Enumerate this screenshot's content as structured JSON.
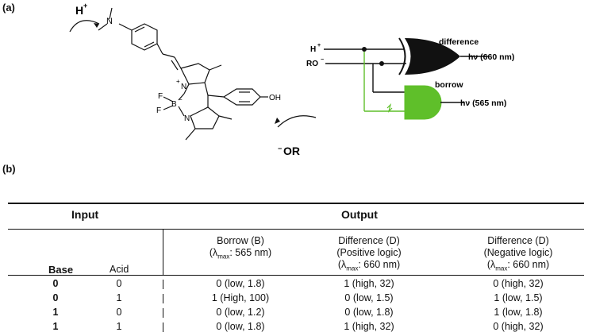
{
  "panel_a": {
    "label": "(a)",
    "proton": "H",
    "proton_sup": "+",
    "base": "OR",
    "base_sup": "−",
    "molecule": {
      "N_dimethyl": "N",
      "N_top": "N",
      "N_top_charge": "+",
      "N_bottom": "N",
      "B": "B",
      "B_charge": "−",
      "F1": "F",
      "F2": "F",
      "OH": "OH"
    },
    "circuit": {
      "input_h": "H",
      "input_h_sup": "+",
      "input_ro": "RO",
      "input_ro_sup": "−",
      "xor_label": "difference",
      "xor_output": "hν (660 nm)",
      "and_label": "borrow",
      "and_output": "hν (565 nm)",
      "colors": {
        "black": "#111111",
        "green": "#5fbf2a"
      }
    }
  },
  "panel_b": {
    "label": "(b)",
    "input_header": "Input",
    "output_header": "Output",
    "columns": {
      "base": "Base",
      "acid": "Acid",
      "borrow": [
        "Borrow (B)",
        "(λ",
        "max",
        ": 565 nm)"
      ],
      "diff_pos": [
        "Difference (D)",
        "(Positive logic)",
        "(λ",
        "max",
        ": 660 nm)"
      ],
      "diff_neg": [
        "Difference (D)",
        "(Negative logic)",
        "(λ",
        "max",
        ": 660 nm)"
      ]
    },
    "rows": [
      {
        "base": "0",
        "acid": "0",
        "borrow": "0 (low, 1.8)",
        "diff_pos": "1 (high, 32)",
        "diff_neg": "0 (high, 32)"
      },
      {
        "base": "0",
        "acid": "1",
        "borrow": "1 (High, 100)",
        "diff_pos": "0 (low, 1.5)",
        "diff_neg": "1 (low, 1.5)"
      },
      {
        "base": "1",
        "acid": "0",
        "borrow": "0 (low, 1.2)",
        "diff_pos": "0 (low, 1.8)",
        "diff_neg": "1 (low, 1.8)"
      },
      {
        "base": "1",
        "acid": "1",
        "borrow": "0 (low, 1.8)",
        "diff_pos": "1 (high, 32)",
        "diff_neg": "0 (high, 32)"
      }
    ]
  }
}
